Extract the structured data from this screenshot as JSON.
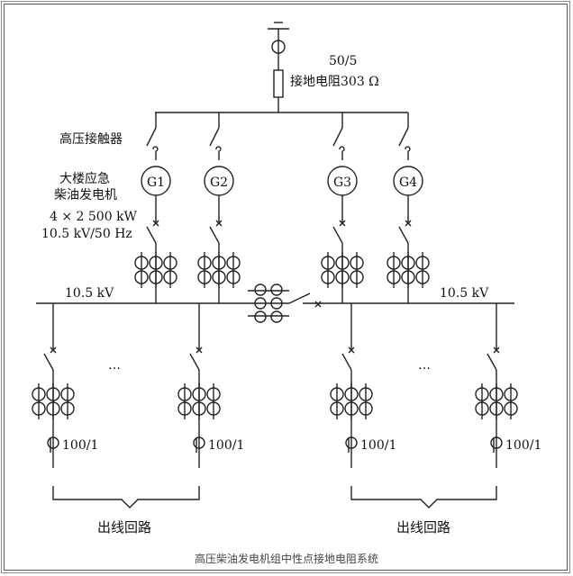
{
  "labels": {
    "ct_ratio_neutral": "50/5",
    "resistor": "接地电阻303 Ω",
    "contactor": "高压接触器",
    "generator_desc_1": "大楼应急",
    "generator_desc_2": "柴油发电机",
    "generator_rating_1": "4 × 2 500 kW",
    "generator_rating_2": "10.5 kV/50 Hz",
    "bus_left": "10.5 kV",
    "bus_right": "10.5 kV",
    "ellipsis": "…",
    "feeder_ct": "100/1",
    "outgoing_left": "出线回路",
    "outgoing_right": "出线回路"
  },
  "generators": [
    "G1",
    "G2",
    "G3",
    "G4"
  ],
  "caption": "高压柴油发电机组中性点接地电阻系统"
}
